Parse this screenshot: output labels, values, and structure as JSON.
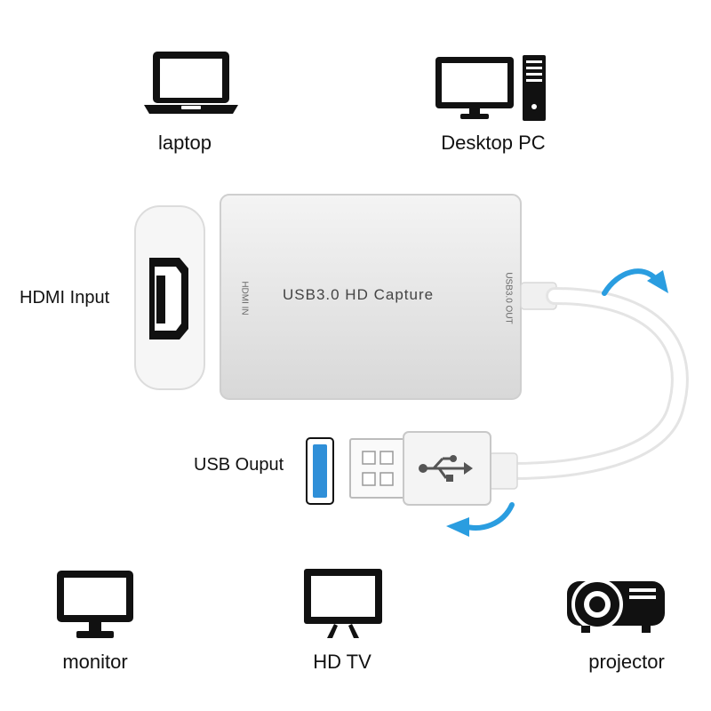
{
  "devices_top": [
    {
      "label": "laptop",
      "icon": "laptop-icon"
    },
    {
      "label": "Desktop PC",
      "icon": "desktop-pc-icon"
    }
  ],
  "devices_bottom": [
    {
      "label": "monitor",
      "icon": "monitor-icon"
    },
    {
      "label": "HD TV",
      "icon": "hd-tv-icon"
    },
    {
      "label": "projector",
      "icon": "projector-icon"
    }
  ],
  "ports": {
    "hdmi_input": "HDMI  Input",
    "usb_output": "USB Ouput"
  },
  "device": {
    "name": "USB3.0  HD  Capture",
    "hdmi_port_print": "HDMI IN",
    "usb_port_print": "USB3.0 OUT"
  },
  "colors": {
    "icon": "#111111",
    "arrow": "#2a9de0",
    "usb_blue": "#2f8fd8",
    "device_body": "#ececec"
  }
}
